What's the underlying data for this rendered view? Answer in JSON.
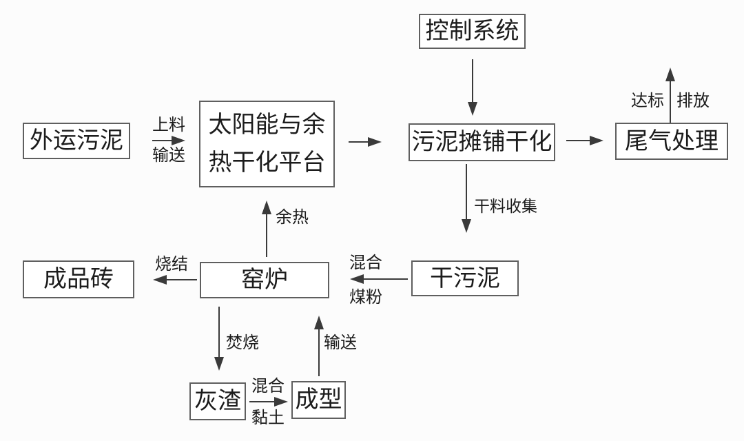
{
  "colors": {
    "line": "#3a3a3a",
    "box_border": "#5f5f5f",
    "text": "#1c1c1c",
    "background": "#fcfcfc"
  },
  "nodes": {
    "outsourced_sludge": "外运污泥",
    "drying_platform": "太阳能与余热干化平台",
    "control_system": "控制系统",
    "sludge_spreading_drying": "污泥摊铺干化",
    "tail_gas_treatment": "尾气处理",
    "kiln": "窑炉",
    "dry_sludge": "干污泥",
    "finished_brick": "成品砖",
    "ash_residue": "灰渣",
    "forming": "成型"
  },
  "edge_labels": {
    "feeding_top": "上料",
    "feeding_bottom": "输送",
    "compliant": "达标",
    "discharge": "排放",
    "dry_material_collection": "干料收集",
    "mix_coal_top": "混合",
    "mix_coal_bottom": "煤粉",
    "waste_heat": "余热",
    "sintering": "烧结",
    "incineration": "焚烧",
    "mix_clay_top": "混合",
    "mix_clay_bottom": "黏土",
    "conveying": "输送"
  }
}
